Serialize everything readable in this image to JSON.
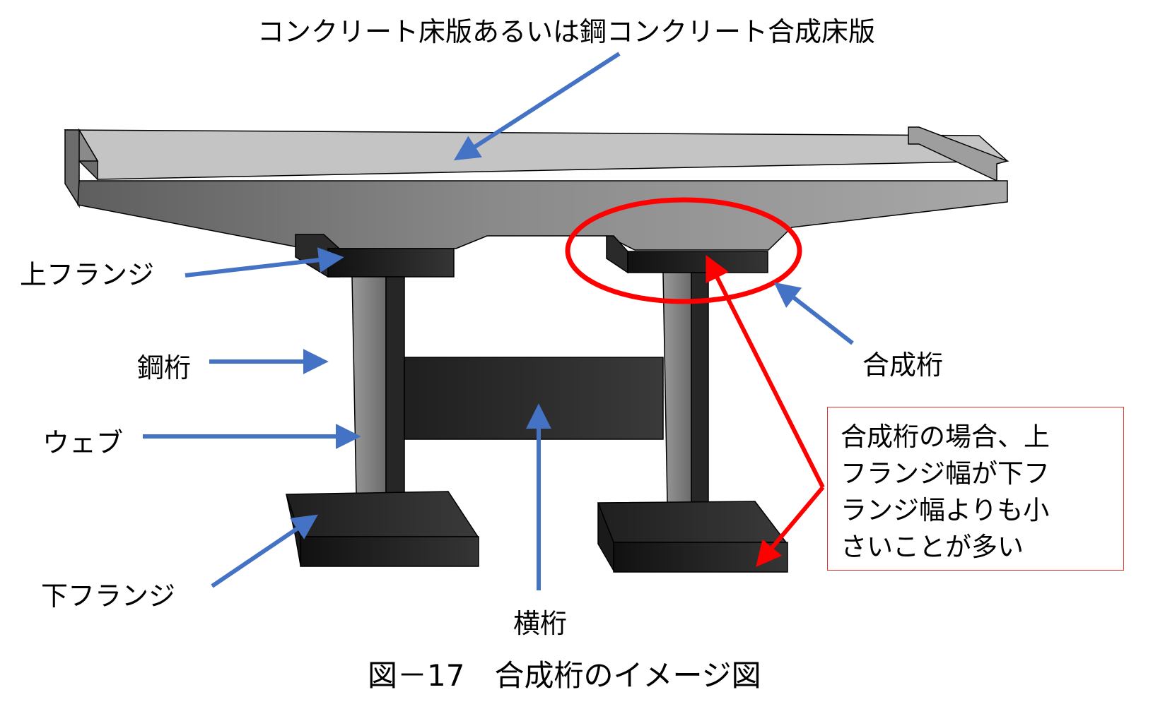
{
  "labels": {
    "deck": "コンクリート床版あるいは鋼コンクリート合成床版",
    "top_flange": "上フランジ",
    "steel_girder": "鋼桁",
    "web": "ウェブ",
    "bottom_flange": "下フランジ",
    "cross_beam": "横桁",
    "composite_girder": "合成桁"
  },
  "note": {
    "lines": [
      "合成桁の場合、上",
      "フランジ幅が下フ",
      "ランジ幅よりも小",
      "さいことが多い"
    ]
  },
  "caption": "図－17　合成桁のイメージ図",
  "colors": {
    "label_arrow": "#4472c4",
    "highlight": "#ff0000",
    "deck_top": "#c0c0c0",
    "steel_dark": "#2b2b2b"
  }
}
